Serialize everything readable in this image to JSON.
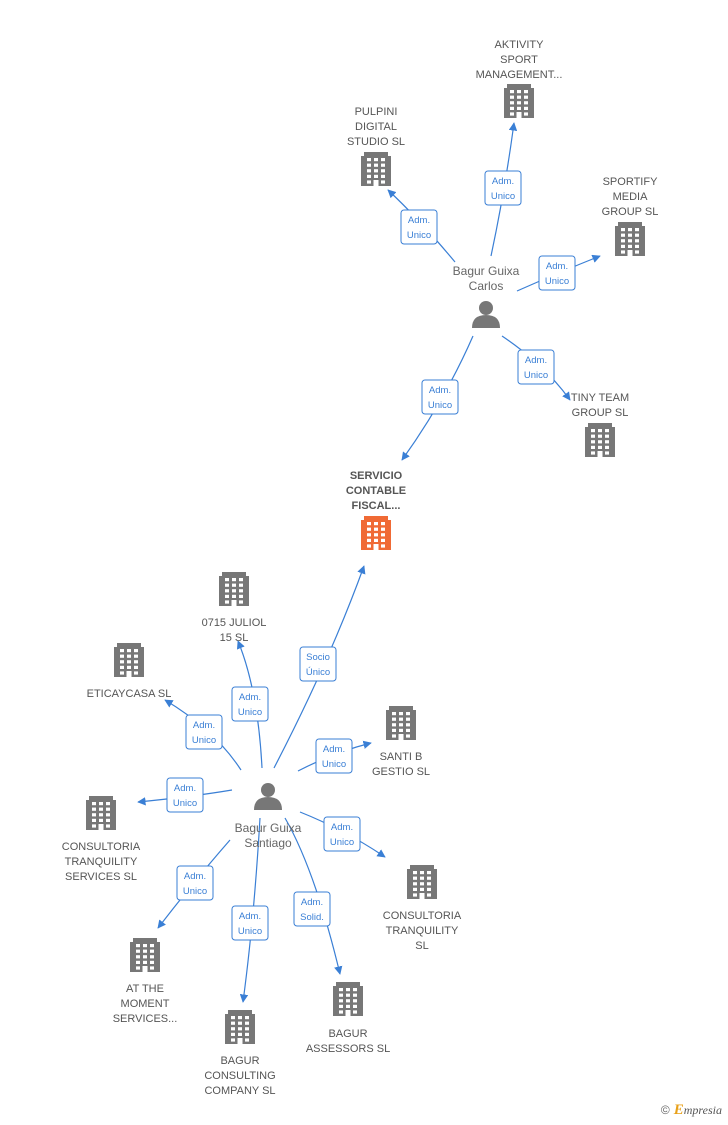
{
  "diagram": {
    "persons": [
      {
        "id": "carlos",
        "lines": [
          "Bagur Guixa",
          "Carlos"
        ]
      },
      {
        "id": "santiago",
        "lines": [
          "Bagur Guixa",
          "Santiago"
        ]
      }
    ],
    "companies": [
      {
        "id": "servicio",
        "lines": [
          "SERVICIO",
          "CONTABLE",
          "FISCAL..."
        ],
        "main": true
      },
      {
        "id": "aktivity",
        "lines": [
          "AKTIVITY",
          "SPORT",
          "MANAGEMENT..."
        ]
      },
      {
        "id": "pulpini",
        "lines": [
          "PULPINI",
          "DIGITAL",
          "STUDIO  SL"
        ]
      },
      {
        "id": "sportify",
        "lines": [
          "SPORTIFY",
          "MEDIA",
          "GROUP  SL"
        ]
      },
      {
        "id": "tinyteam",
        "lines": [
          "TINY TEAM",
          "GROUP  SL"
        ]
      },
      {
        "id": "juliol",
        "lines": [
          "0715 JULIOL",
          "15  SL"
        ]
      },
      {
        "id": "eticaycasa",
        "lines": [
          "ETICAYCASA  SL"
        ]
      },
      {
        "id": "santib",
        "lines": [
          "SANTI B",
          "GESTIO  SL"
        ]
      },
      {
        "id": "consultoriaServices",
        "lines": [
          "CONSULTORIA",
          "TRANQUILITY",
          "SERVICES  SL"
        ]
      },
      {
        "id": "consultoriaTranq",
        "lines": [
          "CONSULTORIA",
          "TRANQUILITY",
          "SL"
        ]
      },
      {
        "id": "atthemoment",
        "lines": [
          "AT THE",
          "MOMENT",
          "SERVICES..."
        ]
      },
      {
        "id": "bagurConsulting",
        "lines": [
          "BAGUR",
          "CONSULTING",
          "COMPANY SL"
        ]
      },
      {
        "id": "bagurAssessors",
        "lines": [
          "BAGUR",
          "ASSESSORS SL"
        ]
      }
    ],
    "edges": [
      {
        "from": "carlos",
        "to": "aktivity",
        "label": [
          "Adm.",
          "Unico"
        ]
      },
      {
        "from": "carlos",
        "to": "pulpini",
        "label": [
          "Adm.",
          "Unico"
        ]
      },
      {
        "from": "carlos",
        "to": "sportify",
        "label": [
          "Adm.",
          "Unico"
        ]
      },
      {
        "from": "carlos",
        "to": "tinyteam",
        "label": [
          "Adm.",
          "Unico"
        ]
      },
      {
        "from": "carlos",
        "to": "servicio",
        "label": [
          "Adm.",
          "Unico"
        ]
      },
      {
        "from": "santiago",
        "to": "servicio",
        "label": [
          "Socio",
          "Único"
        ]
      },
      {
        "from": "santiago",
        "to": "juliol",
        "label": [
          "Adm.",
          "Unico"
        ]
      },
      {
        "from": "santiago",
        "to": "eticaycasa",
        "label": [
          "Adm.",
          "Unico"
        ]
      },
      {
        "from": "santiago",
        "to": "santib",
        "label": [
          "Adm.",
          "Unico"
        ]
      },
      {
        "from": "santiago",
        "to": "consultoriaServices",
        "label": [
          "Adm.",
          "Unico"
        ]
      },
      {
        "from": "santiago",
        "to": "consultoriaTranq",
        "label": [
          "Adm.",
          "Unico"
        ]
      },
      {
        "from": "santiago",
        "to": "atthemoment",
        "label": [
          "Adm.",
          "Unico"
        ]
      },
      {
        "from": "santiago",
        "to": "bagurConsulting",
        "label": [
          "Adm.",
          "Unico"
        ]
      },
      {
        "from": "santiago",
        "to": "bagurAssessors",
        "label": [
          "Adm.",
          "Solid."
        ]
      }
    ],
    "colors": {
      "edge": "#3a7fd5",
      "building": "#777777",
      "building_main": "#f06a35",
      "person": "#777777"
    }
  },
  "footer": {
    "copyright": "©",
    "brand_initial": "E",
    "brand_rest": "mpresia"
  }
}
